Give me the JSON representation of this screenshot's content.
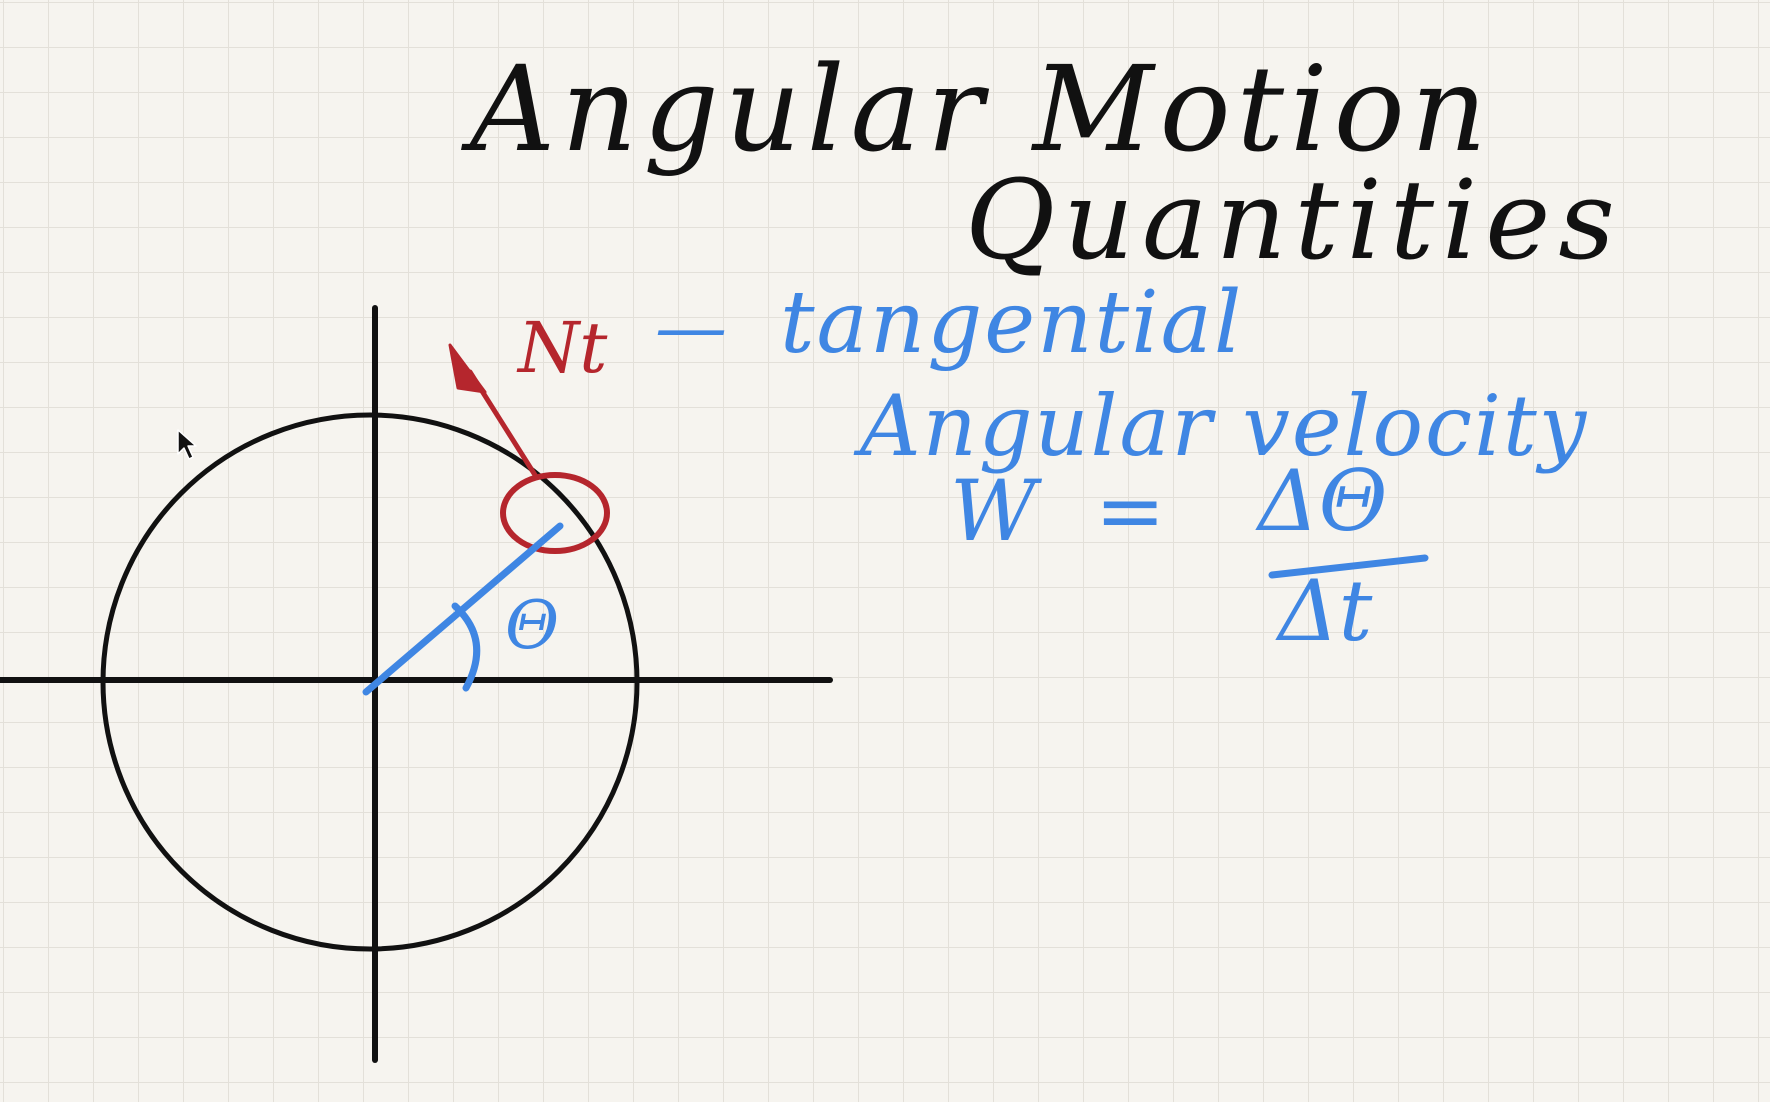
{
  "title": {
    "line1": "Angular Motion",
    "line2": "Quantities"
  },
  "annotations": {
    "vector_label": "Nt",
    "dash": "—",
    "tangential": "tangential",
    "angular_velocity": "Angular velocity",
    "omega": "W",
    "equals": "=",
    "numerator": "ΔΘ",
    "denominator": "Δt",
    "theta": "Θ"
  },
  "colors": {
    "ink_black": "#111111",
    "ink_blue": "#3f86e3",
    "ink_red": "#b5262d",
    "paper": "#f6f4ef",
    "grid": "#e3e0d9"
  },
  "icons": {
    "cursor": "mouse-pointer-icon"
  }
}
